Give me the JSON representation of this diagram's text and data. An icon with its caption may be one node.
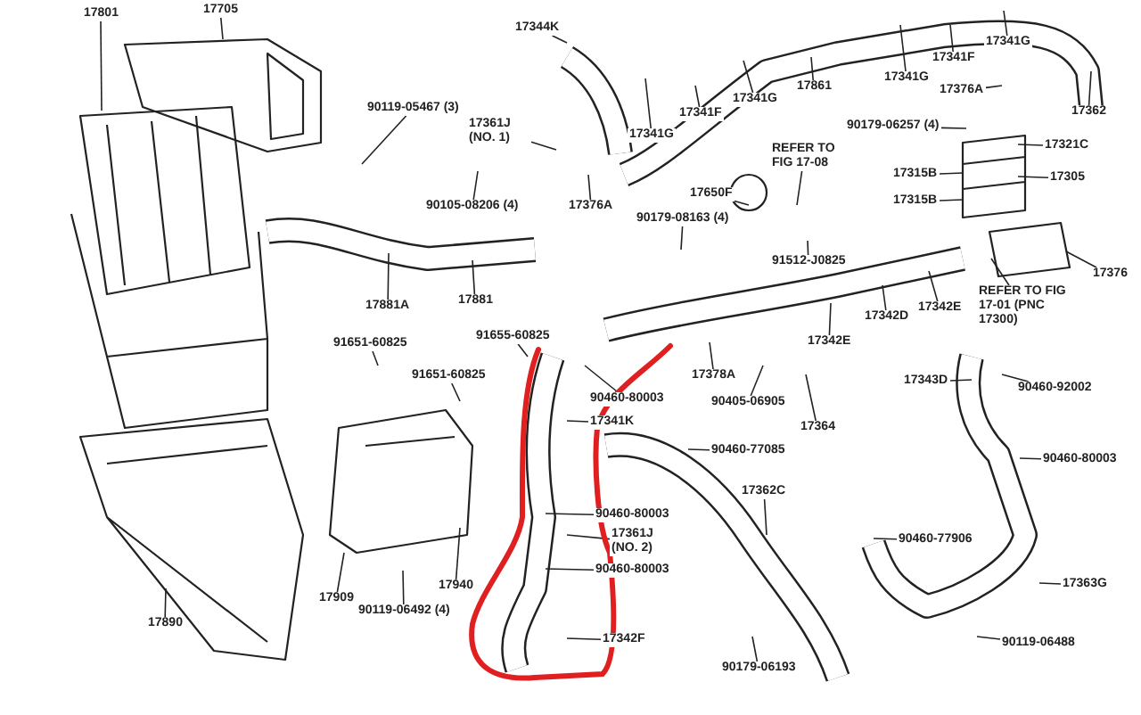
{
  "diagram": {
    "nodes": [
      {
        "text": [
          "17801"
        ]
      },
      {
        "text": [
          "17705"
        ]
      },
      {
        "text": [
          "17344K"
        ]
      },
      {
        "text": [
          "90119-05467 (3)"
        ]
      },
      {
        "text": [
          "17361J (NO. 1)"
        ]
      },
      {
        "text": [
          "90105-08206 (4)"
        ]
      },
      {
        "text": [
          "17881A"
        ]
      },
      {
        "text": [
          "17881"
        ]
      },
      {
        "text": [
          "91651-60825"
        ]
      },
      {
        "text": [
          "91655-60825"
        ]
      },
      {
        "text": [
          "17341G"
        ]
      },
      {
        "text": [
          "17341F"
        ]
      },
      {
        "text": [
          "17341G"
        ]
      },
      {
        "text": [
          "17861"
        ]
      },
      {
        "text": [
          "17341G"
        ]
      },
      {
        "text": [
          "17341F"
        ]
      },
      {
        "text": [
          "17341G"
        ]
      },
      {
        "text": [
          "17376A"
        ]
      },
      {
        "text": [
          "17362"
        ]
      },
      {
        "text": [
          "17376A"
        ]
      },
      {
        "text": [
          "90179-06257 (4)"
        ]
      },
      {
        "text": [
          "17321C"
        ]
      },
      {
        "text": [
          "17315B"
        ]
      },
      {
        "text": [
          "17305"
        ]
      },
      {
        "text": [
          "17315B"
        ]
      },
      {
        "text": [
          "REFER TO FIG 17-08"
        ]
      },
      {
        "text": [
          "17650F"
        ]
      },
      {
        "text": [
          "90179-08163 (4)"
        ]
      },
      {
        "text": [
          "91512-J0825"
        ]
      },
      {
        "text": [
          "17342D"
        ]
      },
      {
        "text": [
          "17342E"
        ]
      },
      {
        "text": [
          "17342E"
        ]
      },
      {
        "text": [
          "REFER TO FIG 17-01 (PNC 17300)"
        ]
      },
      {
        "text": [
          "17376"
        ]
      },
      {
        "text": [
          "17378A"
        ]
      },
      {
        "text": [
          "90460-80003"
        ]
      },
      {
        "text": [
          "90405-06905"
        ]
      },
      {
        "text": [
          "17364"
        ]
      },
      {
        "text": [
          "17341K"
        ]
      },
      {
        "text": [
          "90460-77085"
        ]
      },
      {
        "text": [
          "17362C"
        ]
      },
      {
        "text": [
          "90460-80003"
        ]
      },
      {
        "text": [
          "17361J (NO. 2)"
        ]
      },
      {
        "text": [
          "90460-80003"
        ]
      },
      {
        "text": [
          "17342F"
        ]
      },
      {
        "text": [
          "90179-06193"
        ]
      },
      {
        "text": [
          "17343D"
        ]
      },
      {
        "text": [
          "90460-92002"
        ]
      },
      {
        "text": [
          "90460-80003"
        ]
      },
      {
        "text": [
          "90460-77906"
        ]
      },
      {
        "text": [
          "17363G"
        ]
      },
      {
        "text": [
          "90119-06488"
        ]
      },
      {
        "text": [
          "91651-60825"
        ]
      },
      {
        "text": [
          "17909"
        ]
      },
      {
        "text": [
          "17940"
        ]
      },
      {
        "text": [
          "90119-06492 (4)"
        ]
      },
      {
        "text": [
          "17890"
        ]
      }
    ],
    "edges": [
      {
        "from": 0,
        "to": null,
        "arrow": "none"
      },
      {
        "from": 1,
        "to": null,
        "arrow": "none"
      },
      {
        "from": 2,
        "to": null,
        "arrow": "none"
      },
      {
        "from": 3,
        "to": null,
        "arrow": "none"
      },
      {
        "from": 4,
        "to": null,
        "arrow": "none"
      },
      {
        "from": 5,
        "to": null,
        "arrow": "none"
      },
      {
        "from": 6,
        "to": null,
        "arrow": "none"
      },
      {
        "from": 7,
        "to": null,
        "arrow": "none"
      },
      {
        "from": 8,
        "to": null,
        "arrow": "none"
      },
      {
        "from": 9,
        "to": null,
        "arrow": "none"
      },
      {
        "from": 10,
        "to": null,
        "arrow": "none"
      },
      {
        "from": 11,
        "to": null,
        "arrow": "none"
      },
      {
        "from": 12,
        "to": null,
        "arrow": "none"
      },
      {
        "from": 13,
        "to": null,
        "arrow": "none"
      },
      {
        "from": 14,
        "to": null,
        "arrow": "none"
      },
      {
        "from": 15,
        "to": null,
        "arrow": "none"
      },
      {
        "from": 16,
        "to": null,
        "arrow": "none"
      },
      {
        "from": 17,
        "to": null,
        "arrow": "none"
      },
      {
        "from": 18,
        "to": null,
        "arrow": "none"
      },
      {
        "from": 19,
        "to": null,
        "arrow": "none"
      },
      {
        "from": 20,
        "to": null,
        "arrow": "none"
      },
      {
        "from": 21,
        "to": null,
        "arrow": "none"
      },
      {
        "from": 22,
        "to": null,
        "arrow": "none"
      },
      {
        "from": 23,
        "to": null,
        "arrow": "none"
      },
      {
        "from": 24,
        "to": null,
        "arrow": "none"
      },
      {
        "from": 25,
        "to": null,
        "arrow": "none"
      },
      {
        "from": 26,
        "to": null,
        "arrow": "none"
      },
      {
        "from": 27,
        "to": null,
        "arrow": "none"
      },
      {
        "from": 28,
        "to": null,
        "arrow": "none"
      },
      {
        "from": 29,
        "to": null,
        "arrow": "none"
      },
      {
        "from": 30,
        "to": null,
        "arrow": "none"
      },
      {
        "from": 31,
        "to": null,
        "arrow": "none"
      },
      {
        "from": 32,
        "to": null,
        "arrow": "none"
      },
      {
        "from": 33,
        "to": null,
        "arrow": "none"
      },
      {
        "from": 34,
        "to": null,
        "arrow": "none"
      },
      {
        "from": 35,
        "to": null,
        "arrow": "none"
      },
      {
        "from": 36,
        "to": null,
        "arrow": "none"
      },
      {
        "from": 37,
        "to": null,
        "arrow": "none"
      },
      {
        "from": 38,
        "to": null,
        "arrow": "none"
      },
      {
        "from": 39,
        "to": null,
        "arrow": "none"
      },
      {
        "from": 40,
        "to": null,
        "arrow": "none"
      },
      {
        "from": 41,
        "to": null,
        "arrow": "none"
      },
      {
        "from": 42,
        "to": null,
        "arrow": "none"
      },
      {
        "from": 43,
        "to": null,
        "arrow": "none"
      },
      {
        "from": 44,
        "to": null,
        "arrow": "none"
      },
      {
        "from": 45,
        "to": null,
        "arrow": "none"
      },
      {
        "from": 46,
        "to": null,
        "arrow": "none"
      },
      {
        "from": 47,
        "to": null,
        "arrow": "none"
      },
      {
        "from": 48,
        "to": null,
        "arrow": "none"
      },
      {
        "from": 49,
        "to": null,
        "arrow": "none"
      },
      {
        "from": 50,
        "to": null,
        "arrow": "none"
      },
      {
        "from": 51,
        "to": null,
        "arrow": "none"
      },
      {
        "from": 52,
        "to": null,
        "arrow": "none"
      },
      {
        "from": 53,
        "to": null,
        "arrow": "none"
      },
      {
        "from": 54,
        "to": null,
        "arrow": "none"
      },
      {
        "from": 55,
        "to": null,
        "arrow": "none"
      },
      {
        "from": 56,
        "to": null,
        "arrow": "none"
      }
    ]
  }
}
